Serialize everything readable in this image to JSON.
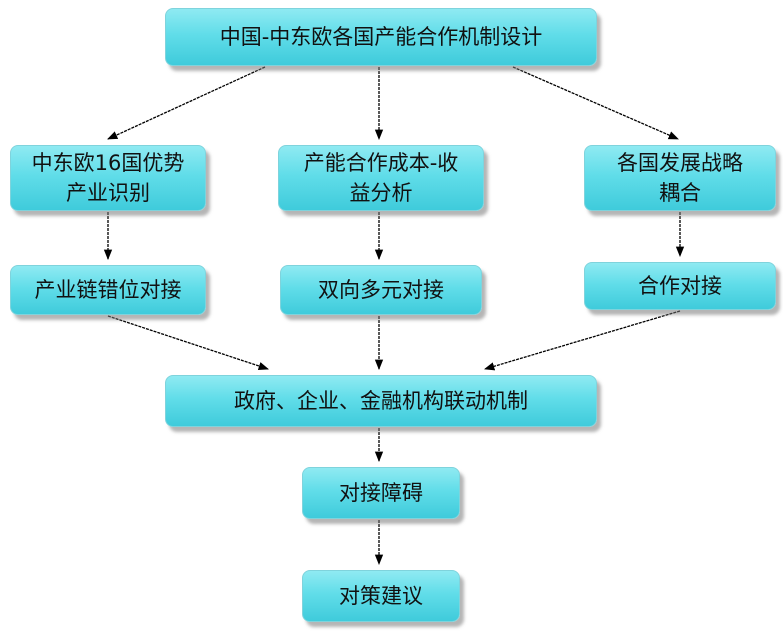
{
  "nodes": {
    "top": "中国-中东欧各国产能合作机制设计",
    "left_top": "中东欧16国优势\n产业识别",
    "mid_top": "产能合作成本-收\n益分析",
    "right_top": "各国发展战略\n耦合",
    "left_mid": "产业链错位对接",
    "mid_mid": "双向多元对接",
    "right_mid": "合作对接",
    "linkage": "政府、企业、金融机构联动机制",
    "barrier": "对接障碍",
    "suggestion": "对策建议"
  },
  "colors": {
    "box_top": "#8feaf2",
    "box_bottom": "#3fcbdb",
    "arrow": "#000000"
  }
}
